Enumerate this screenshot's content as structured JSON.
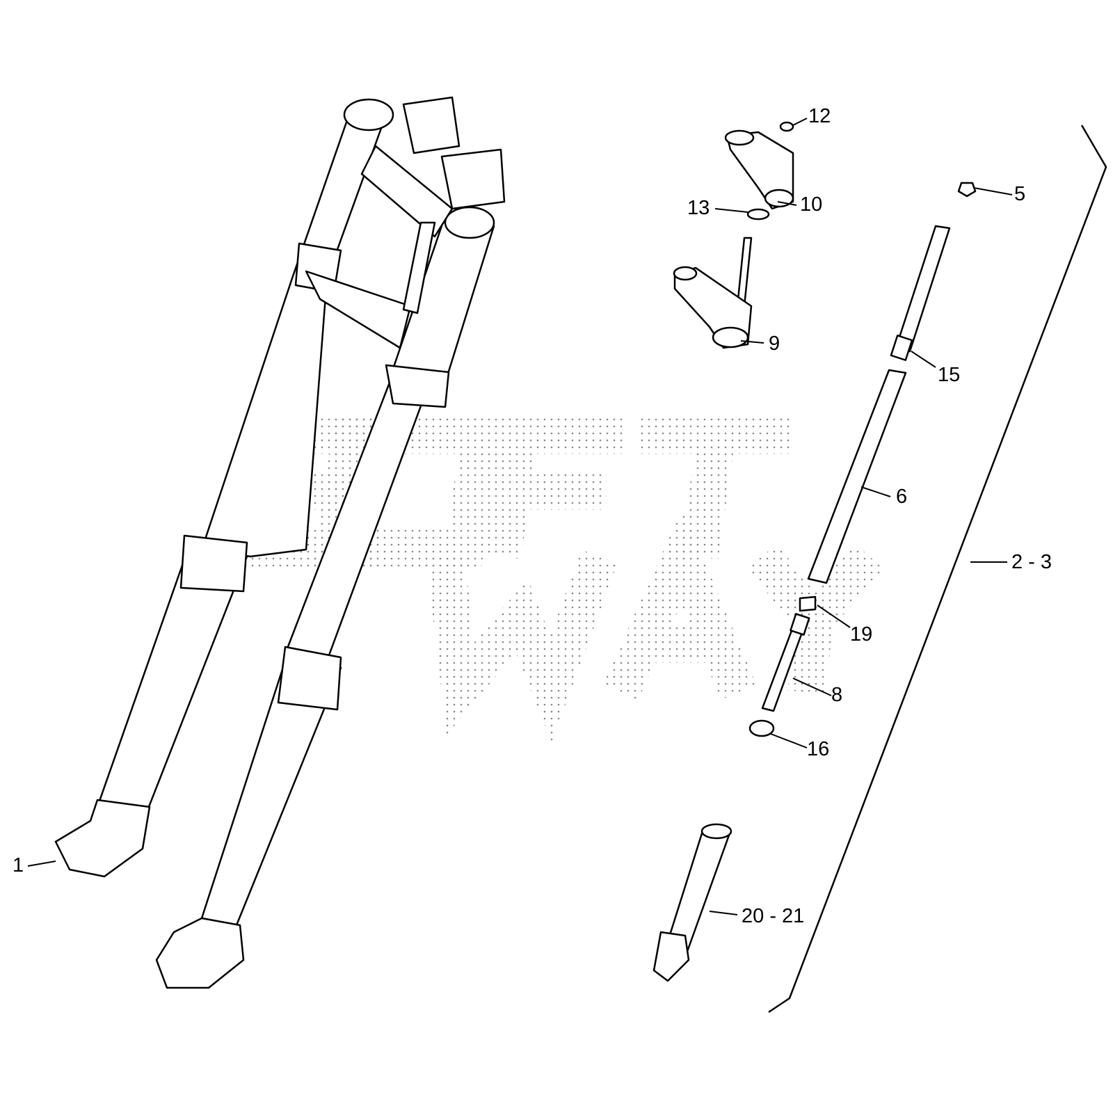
{
  "diagram": {
    "watermark": [
      "SOFT",
      "WAY"
    ],
    "callouts": [
      {
        "id": "c1",
        "label": "1"
      },
      {
        "id": "c23",
        "label": "2 - 3"
      },
      {
        "id": "c5",
        "label": "5"
      },
      {
        "id": "c6",
        "label": "6"
      },
      {
        "id": "c8",
        "label": "8"
      },
      {
        "id": "c9",
        "label": "9"
      },
      {
        "id": "c10",
        "label": "10"
      },
      {
        "id": "c12",
        "label": "12"
      },
      {
        "id": "c13",
        "label": "13"
      },
      {
        "id": "c15",
        "label": "15"
      },
      {
        "id": "c16",
        "label": "16"
      },
      {
        "id": "c19",
        "label": "19"
      },
      {
        "id": "c2021",
        "label": "20 - 21"
      }
    ]
  }
}
